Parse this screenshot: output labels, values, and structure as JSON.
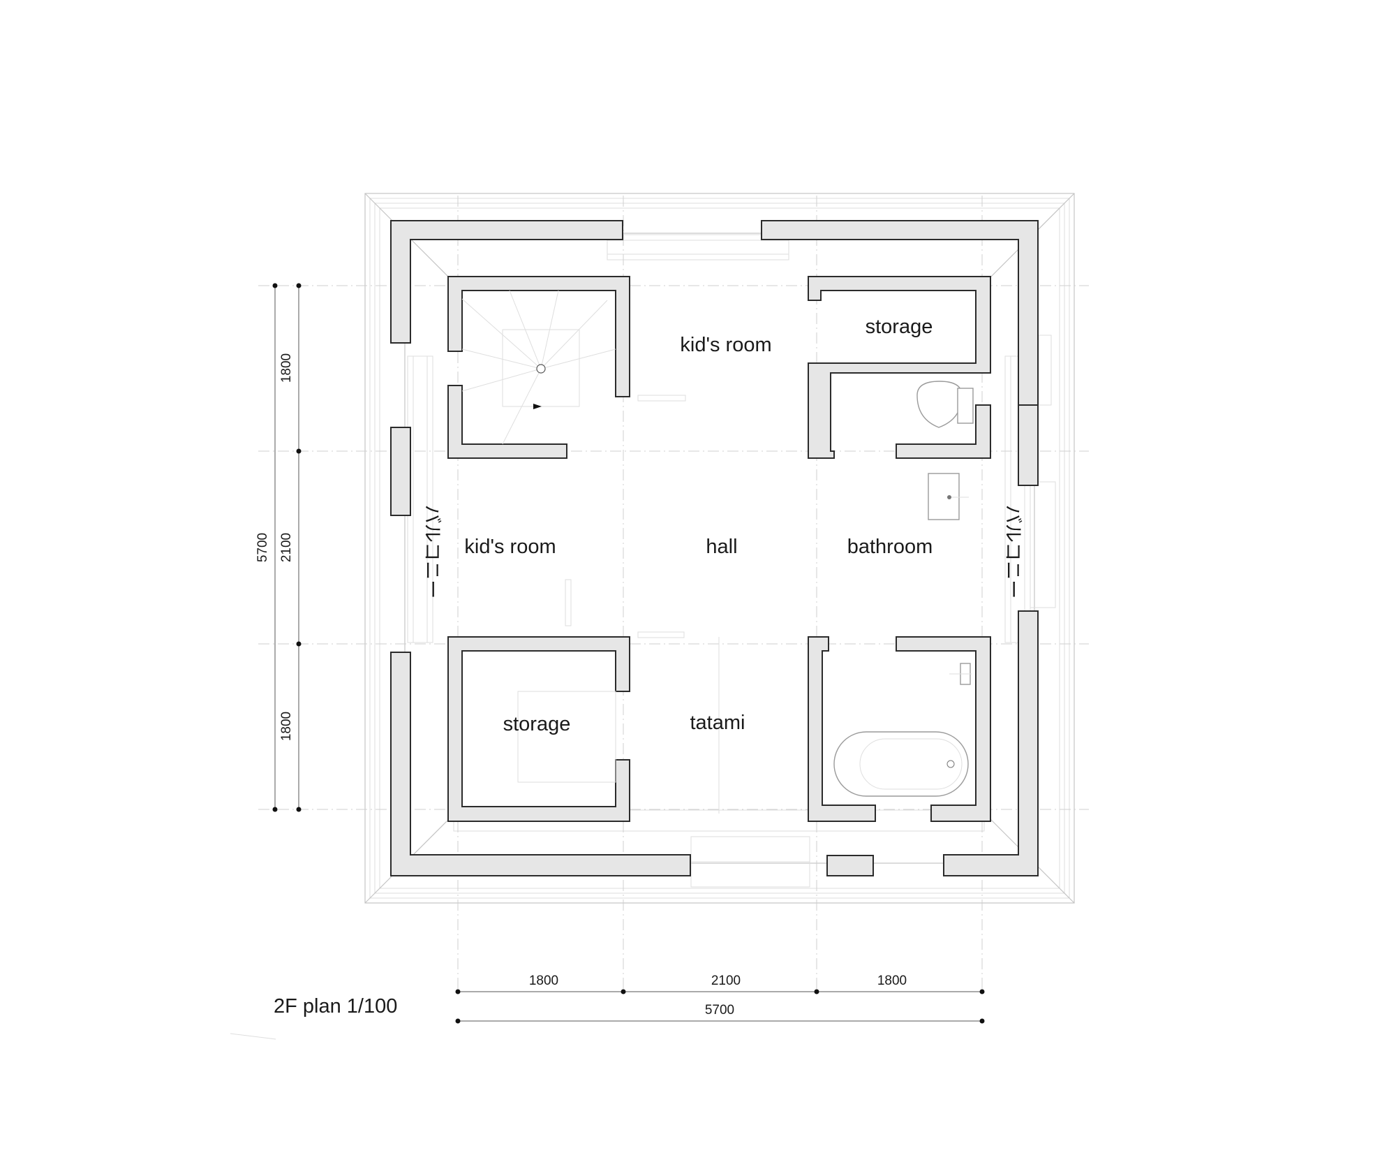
{
  "title": "2F plan 1/100",
  "rooms": {
    "kids_room_top": "kid's room",
    "kids_room_left": "kid's room",
    "hall": "hall",
    "bathroom": "bathroom",
    "storage_top": "storage",
    "storage_bottom": "storage",
    "tatami": "tatami"
  },
  "balcony": {
    "left": "バルコニー",
    "right": "バルコニー"
  },
  "dimensions": {
    "horizontal": {
      "segments": [
        "1800",
        "2100",
        "1800"
      ],
      "total": "5700"
    },
    "vertical": {
      "segments": [
        "1800",
        "2100",
        "1800"
      ],
      "total": "5700"
    }
  },
  "colors": {
    "wall_fill": "#e6e6e6",
    "wall_stroke": "#2b2b2b",
    "background": "#ffffff"
  }
}
